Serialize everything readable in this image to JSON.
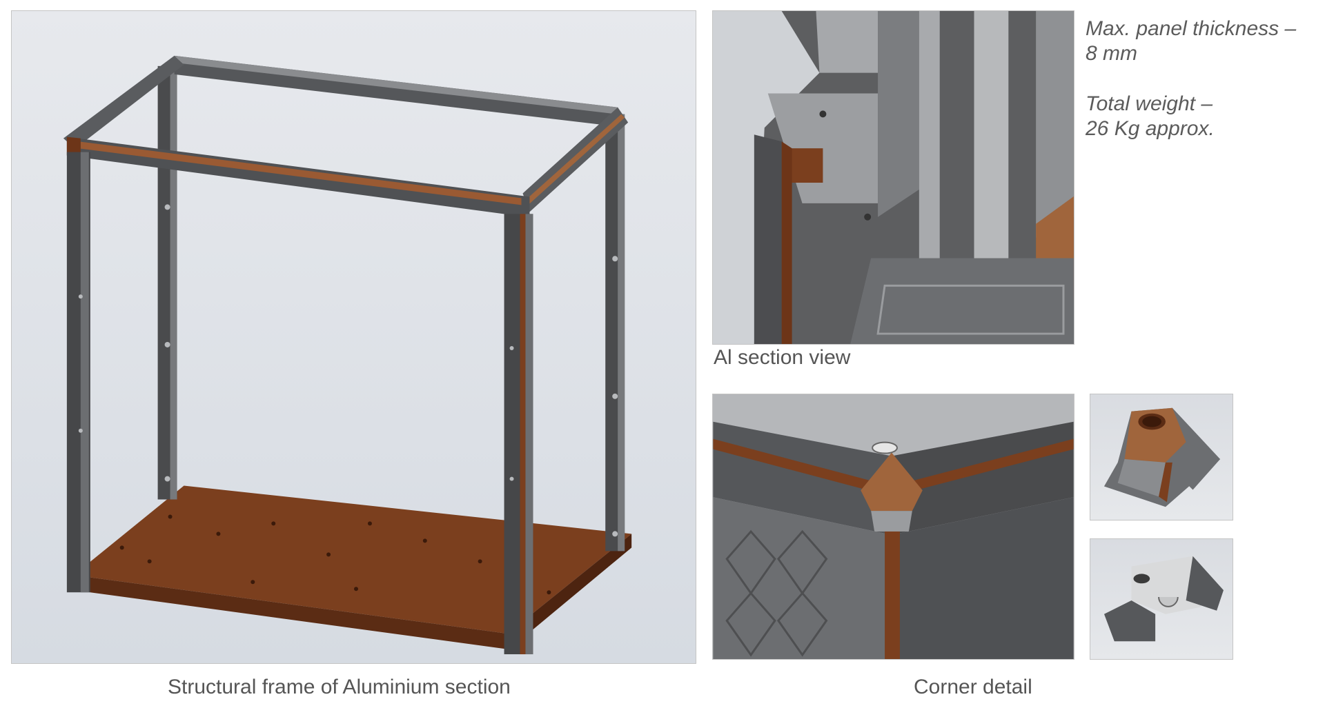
{
  "captions": {
    "frame": "Structural frame of Aluminium section",
    "section": "Al section view",
    "corner": "Corner detail"
  },
  "notes": {
    "thickness_line1": "Max. panel thickness –",
    "thickness_line2": "8 mm",
    "weight_line1": "Total weight –",
    "weight_line2": "26 Kg approx."
  },
  "colors": {
    "aluminium_dark": "#4a4b4d",
    "aluminium_mid": "#6e7073",
    "aluminium_light": "#9a9c9f",
    "copper": "#7b3f1e",
    "copper_light": "#a0653c",
    "background_blue_grey": "#d8dce3"
  }
}
